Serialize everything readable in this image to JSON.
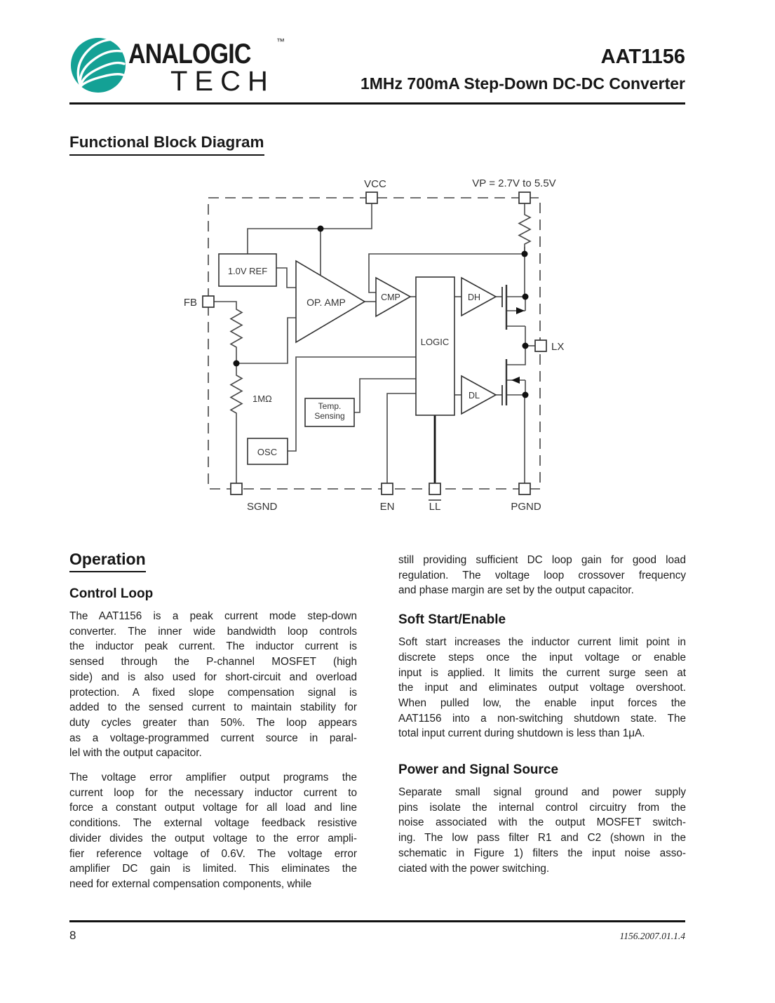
{
  "header": {
    "brand_top": "ANALOGIC",
    "brand_bottom": "TECH",
    "trademark": "™",
    "part_number": "AAT1156",
    "subtitle": "1MHz 700mA Step-Down DC-DC Converter"
  },
  "diagram": {
    "title": "Functional Block Diagram",
    "pins": {
      "vcc": "VCC",
      "vp": "VP = 2.7V to 5.5V",
      "fb": "FB",
      "lx": "LX",
      "sgnd": "SGND",
      "en": "EN",
      "ll": "LL",
      "pgnd": "PGND"
    },
    "blocks": {
      "ref": "1.0V REF",
      "opamp": "OP. AMP",
      "cmp": "CMP",
      "logic": "LOGIC",
      "dh": "DH",
      "dl": "DL",
      "temp_line1": "Temp.",
      "temp_line2": "Sensing",
      "osc": "OSC"
    },
    "labels": {
      "feedback_resistor": "1MΩ"
    }
  },
  "operation": {
    "title": "Operation",
    "control_loop": {
      "heading": "Control Loop",
      "p1_lines": [
        "The AAT1156 is a peak current mode step-down",
        "converter. The inner wide bandwidth loop controls",
        "the inductor peak current.  The inductor current is",
        "sensed through the P-channel MOSFET (high",
        "side) and is also used for short-circuit and overload",
        "protection.  A fixed slope compensation signal is",
        "added to the sensed current to maintain stability for",
        "duty cycles greater than 50%.  The loop appears",
        "as a voltage-programmed current source in paral-",
        "lel with the output capacitor."
      ],
      "p2_lines": [
        "The voltage error amplifier output programs the",
        "current loop for the necessary inductor current to",
        "force a constant output voltage for all load and line",
        "conditions.  The external voltage feedback resistive",
        "divider divides the output voltage to the error ampli-",
        "fier reference voltage of 0.6V.  The voltage error",
        "amplifier DC gain is limited.  This eliminates the",
        "need for external compensation components, while"
      ]
    },
    "continuation_lines": [
      "still providing sufficient DC loop gain for good load",
      "regulation.  The voltage loop crossover frequency",
      "and phase margin are set by the output capacitor."
    ],
    "soft_start": {
      "heading": "Soft Start/Enable",
      "p_lines": [
        "Soft start increases the inductor current limit point in",
        "discrete steps once the input voltage or enable",
        "input is applied.  It limits the current surge seen at",
        "the input and eliminates output voltage overshoot.",
        "When pulled low, the enable input forces the",
        "AAT1156 into a non-switching shutdown state.  The",
        "total input current during shutdown is less than 1μA."
      ]
    },
    "power_signal": {
      "heading": "Power and Signal Source",
      "p_lines": [
        "Separate small signal ground and power supply",
        "pins isolate the internal control circuitry from the",
        "noise associated with the output MOSFET switch-",
        "ing.  The low pass filter R1 and C2 (shown in the",
        "schematic in Figure 1) filters the input noise asso-",
        "ciated with the power switching."
      ]
    }
  },
  "footer": {
    "page_number": "8",
    "doc_code": "1156.2007.01.1.4"
  },
  "colors": {
    "logo_teal": "#14A195",
    "ink": "#111111"
  }
}
